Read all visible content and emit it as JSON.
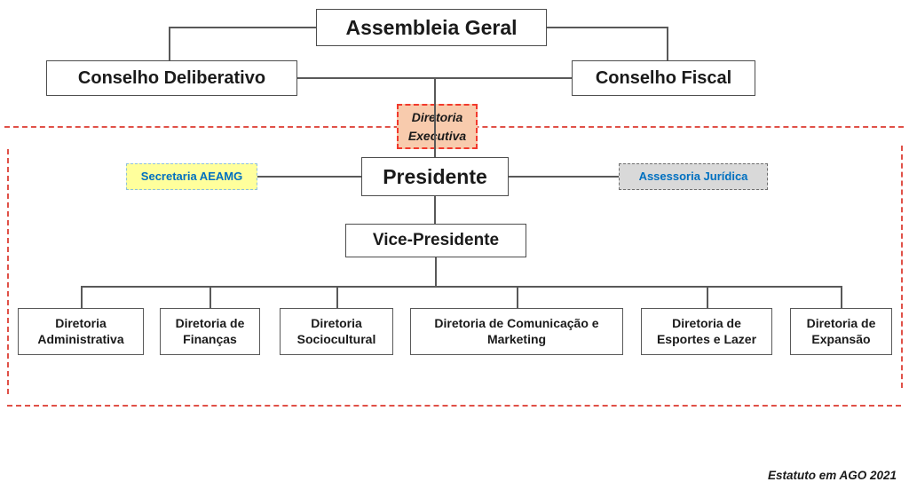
{
  "org": {
    "assembleia": "Assembleia Geral",
    "conselho_deliberativo": "Conselho Deliberativo",
    "conselho_fiscal": "Conselho Fiscal",
    "diretoria_executiva": "Diretoria Executiva",
    "secretaria": "Secretaria AEAMG",
    "presidente": "Presidente",
    "assessoria": "Assessoria Jurídica",
    "vice_presidente": "Vice-Presidente",
    "diretorias": [
      "Diretoria Administrativa",
      "Diretoria de Finanças",
      "Diretoria Sociocultural",
      "Diretoria de Comunicação e Marketing",
      "Diretoria de Esportes e Lazer",
      "Diretoria de Expansão"
    ],
    "footer": "Estatuto em AGO 2021"
  },
  "colors": {
    "exec_fill": "#F8CBAD",
    "exec_border": "#f2392c",
    "secretaria_fill": "#FFFF9C",
    "secretaria_border": "#8DC0DE",
    "assessoria_fill": "#D9D9D9",
    "assessoria_border": "#6e6e6e",
    "highlight_text": "#0070C0",
    "dashed_region": "#e05148",
    "line": "#595959"
  }
}
